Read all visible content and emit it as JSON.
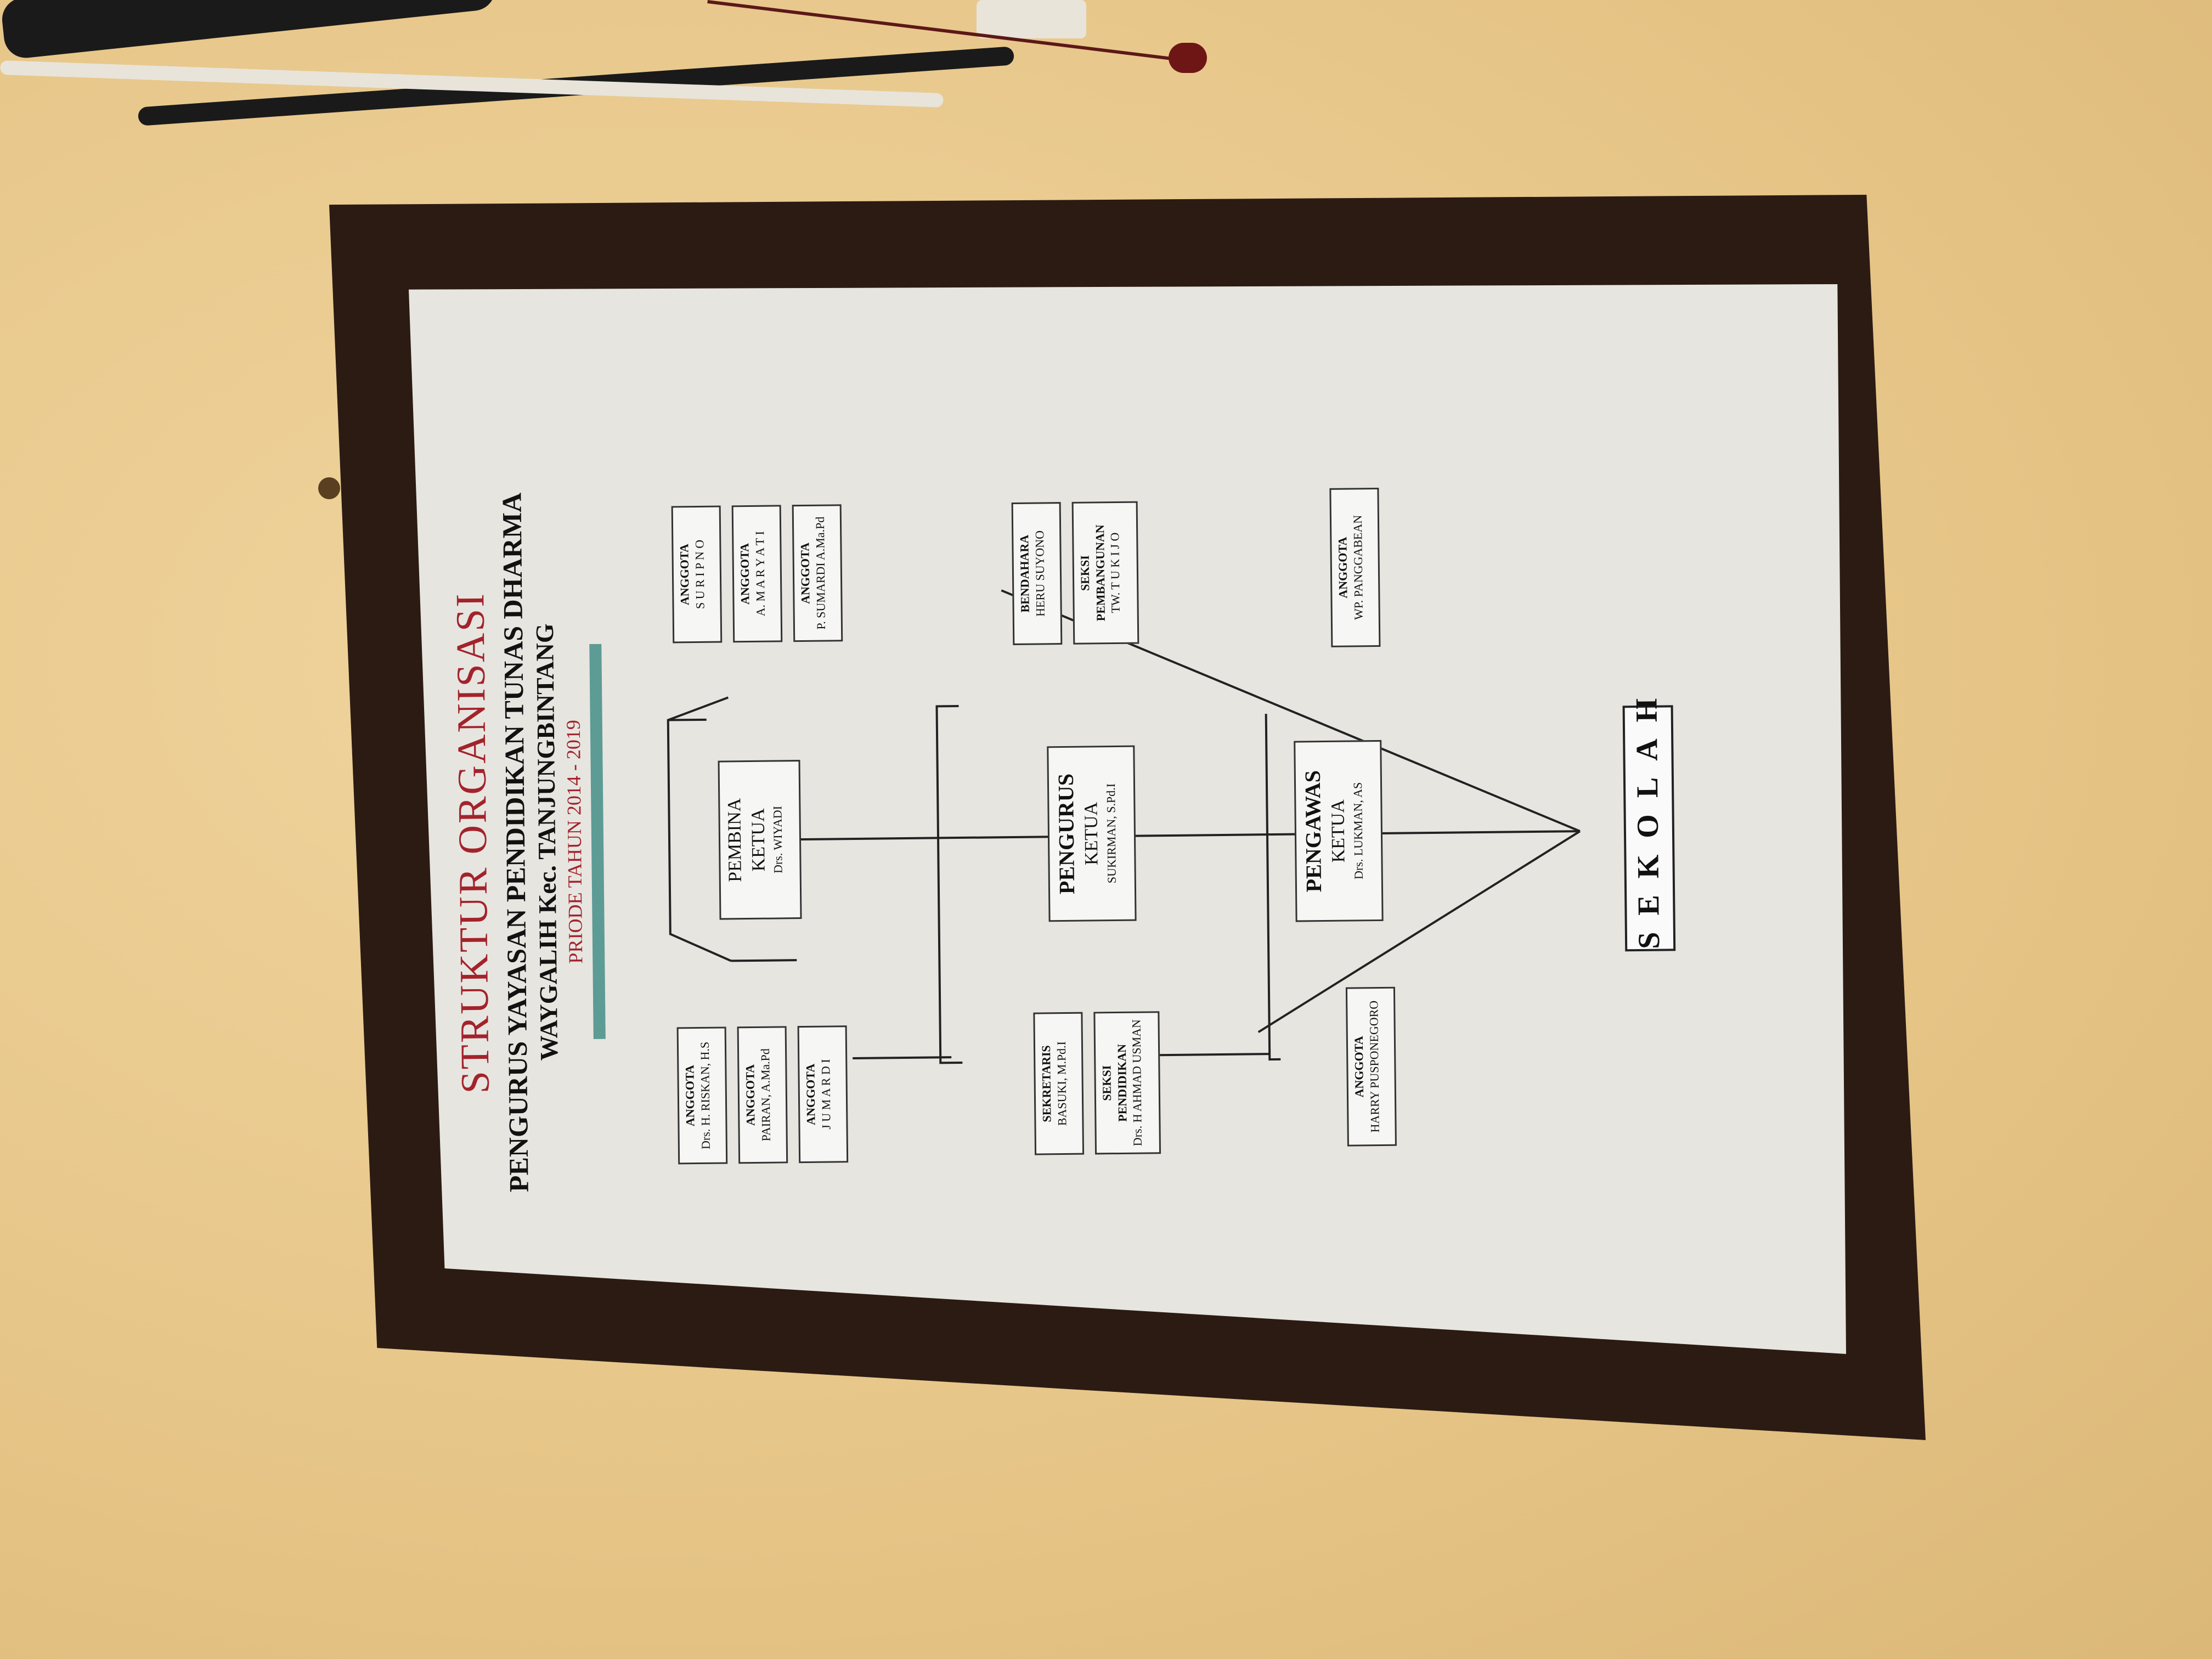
{
  "poster": {
    "title": "STRUKTUR ORGANISASI",
    "subtitle": "PENGURUS YAYASAN PENDIDIKAN TUNAS DHARMA",
    "location": "WAYGALIH Kec. TANJUNGBINTANG",
    "period": "PRIODE TAHUN 2014 - 2019"
  },
  "pembina": {
    "line1": "PEMBINA",
    "line2": "KETUA",
    "name": "Drs. WIYADI"
  },
  "pengurus": {
    "line1": "PENGURUS",
    "line2": "KETUA",
    "name": "SUKIRMAN, S.Pd.I"
  },
  "pengawas": {
    "line1": "PENGAWAS",
    "line2": "KETUA",
    "name": "Drs. LUKMAN, AS"
  },
  "pembina_left": [
    {
      "role": "ANGGOTA",
      "name": "Drs. H. RISKAN, H.S"
    },
    {
      "role": "ANGGOTA",
      "name": "PAIRAN, A.Ma.Pd"
    },
    {
      "role": "ANGGOTA",
      "name": "J U M A R D I"
    }
  ],
  "pembina_right": [
    {
      "role": "ANGGOTA",
      "name": "S U R I P N O"
    },
    {
      "role": "ANGGOTA",
      "name": "A. M A R Y A T I"
    },
    {
      "role": "ANGGOTA",
      "name": "P. SUMARDI A.Ma.Pd"
    }
  ],
  "pengurus_left": [
    {
      "role": "SEKRETARIS",
      "name": "BASUKI, M.Pd.I"
    },
    {
      "role": "SEKSI",
      "role2": "PENDIDIKAN",
      "name": "Drs. H AHMAD USMAN"
    }
  ],
  "pengurus_right": [
    {
      "role": "BENDAHARA",
      "name": "HERU SUYONO"
    },
    {
      "role": "SEKSI",
      "role2": "PEMBANGUNAN",
      "name": "TW. T U K I J O"
    }
  ],
  "pengawas_left": {
    "role": "ANGGOTA",
    "name": "HARRY PUSPONEGORO"
  },
  "pengawas_right": {
    "role": "ANGGOTA",
    "name": "WP. PANGGABEAN"
  },
  "sekolah": "SEKOLAH"
}
